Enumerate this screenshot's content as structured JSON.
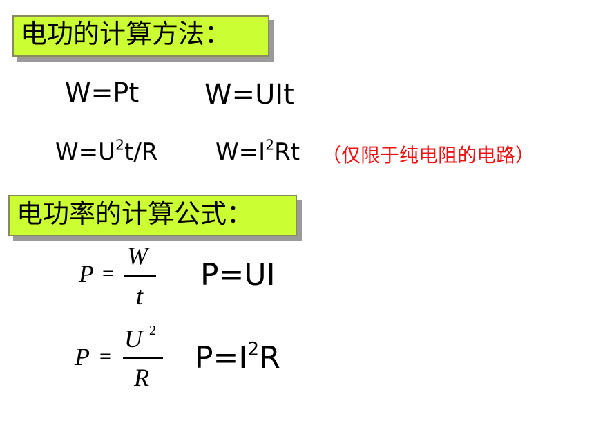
{
  "section_energy": {
    "heading": "电功的计算方法：",
    "formulas": [
      "W=Pt",
      "W=UIt"
    ],
    "formulas_pure_resistive": [
      "W=U",
      "t/R",
      "W=I",
      "Rt"
    ],
    "superscript": "2",
    "note": "（仅限于纯电阻的电路）"
  },
  "section_power": {
    "heading": "电功率的计算公式：",
    "fraction_1": {
      "lhs": "P",
      "equals": "=",
      "numerator": "W",
      "denominator": "t"
    },
    "formula_ui": "P=UI",
    "fraction_2": {
      "lhs": "P",
      "equals": "=",
      "numerator": "U",
      "exponent": "2",
      "denominator": "R"
    },
    "formula_i2r": {
      "before": "P=I",
      "exponent": "2",
      "after": "R"
    }
  },
  "colors": {
    "heading_bg": "#ccff33",
    "note": "#ee1111"
  }
}
